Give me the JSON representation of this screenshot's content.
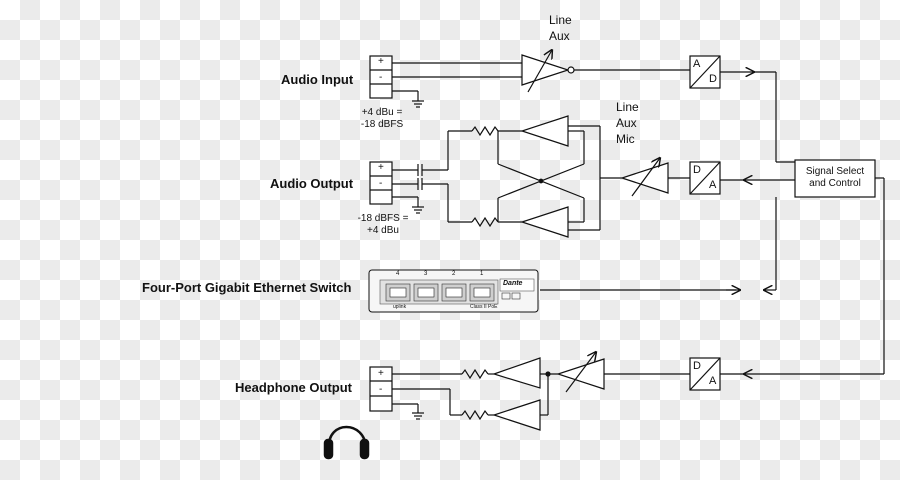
{
  "labels": {
    "audio_input": "Audio Input",
    "audio_output": "Audio Output",
    "ethernet_switch": "Four-Port Gigabit Ethernet Switch",
    "headphone_output": "Headphone Output"
  },
  "input_level": {
    "line1": "+4 dBu =",
    "line2": "-18 dBFS"
  },
  "output_level": {
    "line1": "-18 dBFS =",
    "line2": "+4 dBu"
  },
  "input_source": {
    "line": "Line",
    "aux": "Aux"
  },
  "output_source": {
    "line": "Line",
    "aux": "Aux",
    "mic": "Mic"
  },
  "signal_select": {
    "line1": "Signal Select",
    "line2": "and Control"
  },
  "terminal": {
    "plus": "+",
    "minus": "-"
  },
  "adc": {
    "a": "A",
    "d": "D"
  },
  "dac": {
    "d": "D",
    "a": "A"
  },
  "switch": {
    "ports": [
      "4",
      "3",
      "2",
      "1"
    ],
    "brand": "Dante",
    "caption_left": "uplink",
    "caption_right": "Class II PoE"
  },
  "colors": {
    "ink": "#111111",
    "panel": "#ffffff"
  }
}
